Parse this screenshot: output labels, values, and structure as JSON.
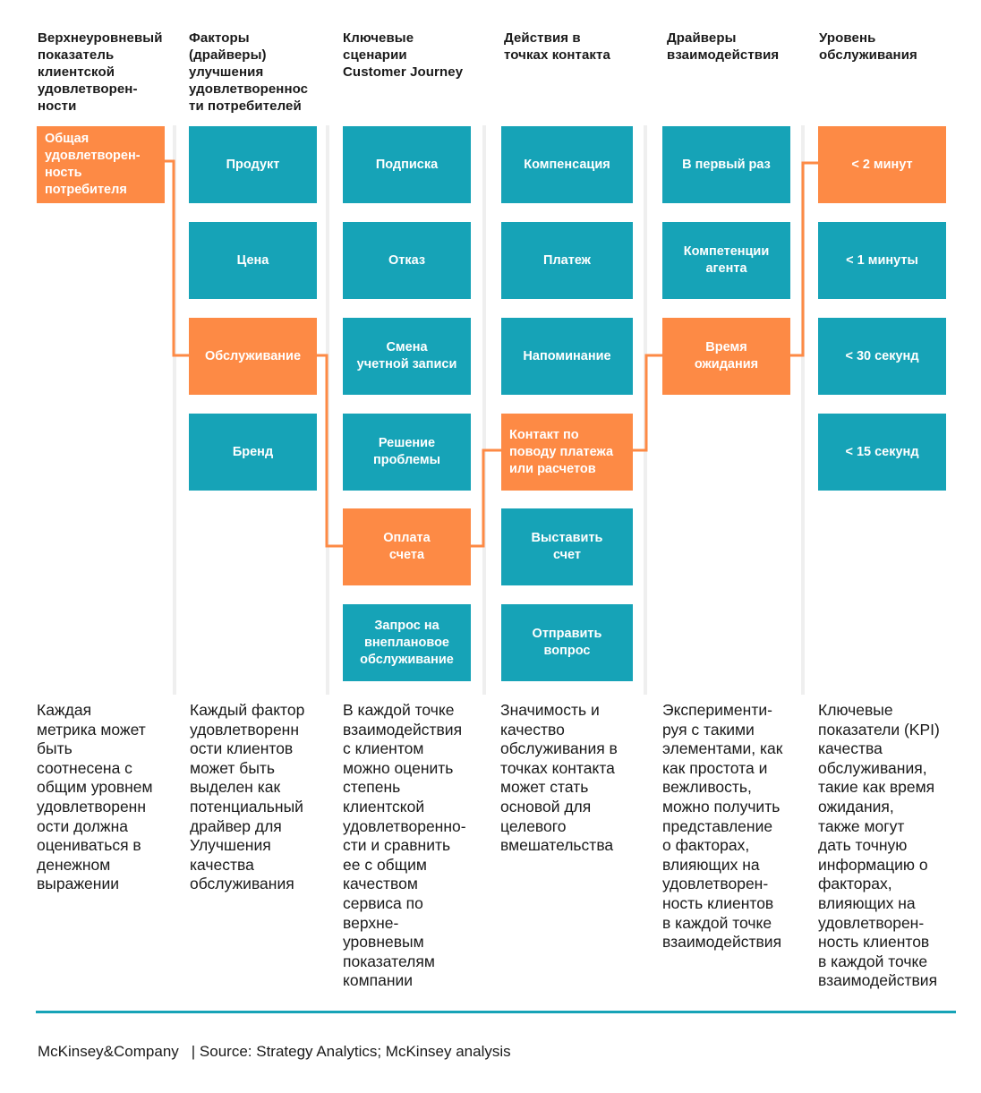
{
  "columns": [
    {
      "heading": "Верхнеуровневый\nпоказатель\nклиентской\nудовлетворен-\nности",
      "boxes": [
        {
          "label": "Общая\nудовлетворен-\nность\nпотребителя",
          "color": "orange"
        }
      ],
      "description": "Каждая\nметрика может\nбыть\nсоотнесена с\nобщим уровнем\nудовлетворенн\nости должна\nоцениваться в\nденежном\nвыражении"
    },
    {
      "heading": "Факторы\n(драйверы)\nулучшения\nудовлетвореннос\nти потребителей",
      "boxes": [
        {
          "label": "Продукт",
          "color": "teal"
        },
        {
          "label": "Цена",
          "color": "teal"
        },
        {
          "label": "Обслуживание",
          "color": "orange"
        },
        {
          "label": "Бренд",
          "color": "teal"
        }
      ],
      "description": "Каждый фактор\nудовлетворенн\nости клиентов\nможет быть\nвыделен как\nпотенциальный\nдрайвер для\nУлучшения\nкачества\nобслуживания"
    },
    {
      "heading": "Ключевые\nсценарии\nCustomer Journey",
      "boxes": [
        {
          "label": "Подписка",
          "color": "teal"
        },
        {
          "label": "Отказ",
          "color": "teal"
        },
        {
          "label": "Смена\nучетной записи",
          "color": "teal"
        },
        {
          "label": "Решение\nпроблемы",
          "color": "teal"
        },
        {
          "label": "Оплата\nсчета",
          "color": "orange"
        },
        {
          "label": "Запрос на\nвнеплановое\nобслуживание",
          "color": "teal"
        }
      ],
      "description": "В каждой точке\nвзаимодействия\nс клиентом\nможно оценить\nстепень\nклиентской\nудовлетворенно-\nсти и сравнить\nее с общим\nкачеством\nсервиса по\nверхне-\nуровневым\nпоказателям\nкомпании"
    },
    {
      "heading": "Действия в\nточках контакта",
      "boxes": [
        {
          "label": "Компенсация",
          "color": "teal"
        },
        {
          "label": "Платеж",
          "color": "teal"
        },
        {
          "label": "Напоминание",
          "color": "teal"
        },
        {
          "label": "Контакт по\nповоду платежа\nили расчетов",
          "color": "orange"
        },
        {
          "label": "Выставить\nсчет",
          "color": "teal"
        },
        {
          "label": "Отправить\nвопрос",
          "color": "teal"
        }
      ],
      "description": "Значимость и\nкачество\nобслуживания в\nточках контакта\nможет стать\nосновой для\nцелевого\nвмешательства"
    },
    {
      "heading": "Драйверы\nвзаимодействия",
      "boxes": [
        {
          "label": "В первый раз",
          "color": "teal"
        },
        {
          "label": "Компетенции\nагента",
          "color": "teal"
        },
        {
          "label": "Время\nожидания",
          "color": "orange"
        }
      ],
      "description": "Эксперименти-\nруя с такими\nэлементами, как\nкак простота и\nвежливость,\nможно получить\nпредставление\nо факторах,\nвлияющих на\nудовлетворен-\nность клиентов\nв каждой точке\nвзаимодействия"
    },
    {
      "heading": "Уровень\nобслуживания",
      "boxes": [
        {
          "label": "< 2 минут",
          "color": "orange"
        },
        {
          "label": "< 1 минуты",
          "color": "teal"
        },
        {
          "label": "< 30 секунд",
          "color": "teal"
        },
        {
          "label": "< 15 секунд",
          "color": "teal"
        }
      ],
      "description": "Ключевые\nпоказатели (KPI)\nкачества\nобслуживания,\nтакие как время\nожидания,\nтакже могут\nдать точную\nинформацию о\nфакторах,\nвлияющих на\nудовлетворен-\nность клиентов\nв каждой точке\nвзаимодействия"
    }
  ],
  "footer": {
    "brand": "McKinsey&Company",
    "source": "| Source: Strategy Analytics; McKinsey analysis"
  },
  "colors": {
    "teal": "#16a3b7",
    "orange": "#fd8a45",
    "rule": "#16a3b7"
  }
}
